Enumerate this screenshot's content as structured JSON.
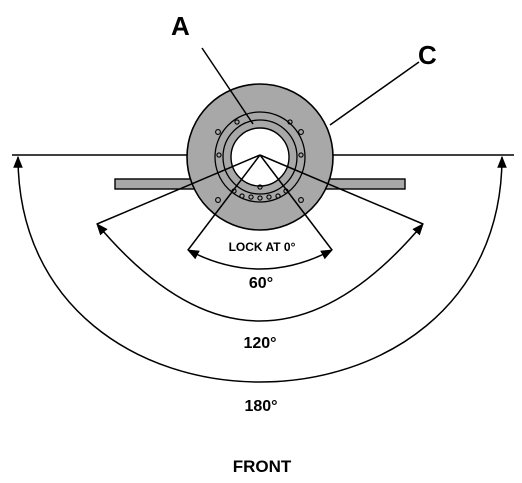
{
  "labels": {
    "callout_a": "A",
    "callout_c": "C",
    "lock": "LOCK AT 0°",
    "angle_60": "60°",
    "angle_120": "120°",
    "angle_180": "180°",
    "front": "FRONT"
  },
  "colors": {
    "outer_ring": "#a8a8a8",
    "inner_ring": "#ffffff",
    "base_plate": "#a8a8a8",
    "stroke": "#000000"
  }
}
